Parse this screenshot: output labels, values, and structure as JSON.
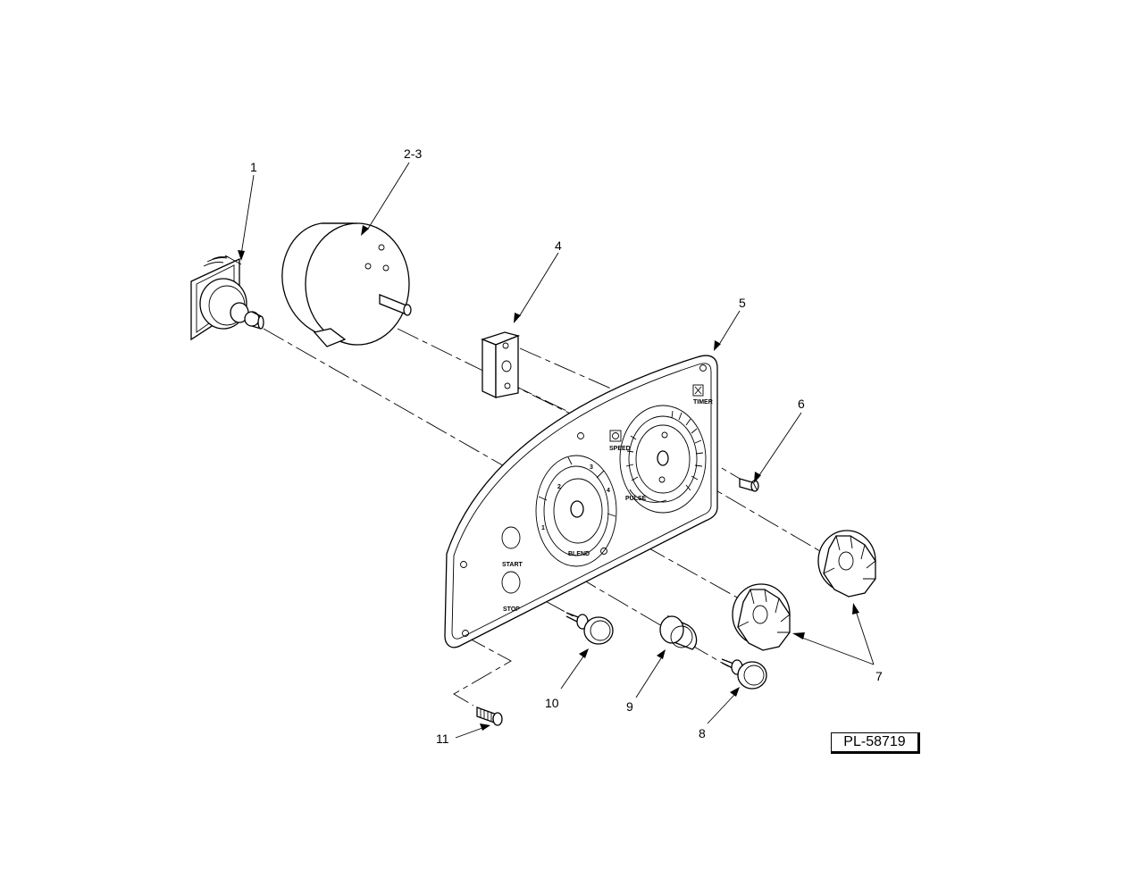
{
  "drawing_number": "PL-58719",
  "callouts": {
    "c1": "1",
    "c2": "2-3",
    "c4": "4",
    "c5": "5",
    "c6": "6",
    "c7": "7",
    "c8": "8",
    "c9": "9",
    "c10": "10",
    "c11": "11"
  },
  "panel_labels": {
    "start": "START",
    "stop": "STOP",
    "blend": "BLEND",
    "speed": "SPEED",
    "timer": "TIMER",
    "pulse": "PULSE",
    "blend_positions": [
      "1",
      "2",
      "3",
      "4"
    ]
  }
}
